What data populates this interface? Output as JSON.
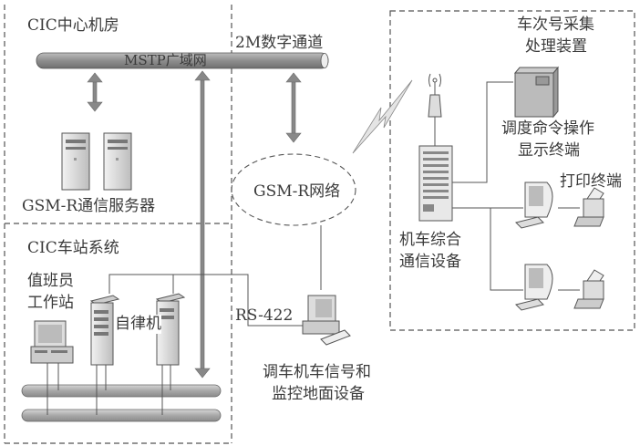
{
  "regions": {
    "center_room": "CIC中心机房",
    "station_system": "CIC车站系统"
  },
  "network": {
    "backbone": "MSTP广域网",
    "channel": "2M数字通道",
    "gsmr": "GSM-R网络",
    "serial": "RS-422"
  },
  "devices": {
    "gsmr_server": "GSM-R通信服务器",
    "duty_ws_line1": "值班员",
    "duty_ws_line2": "工作站",
    "autonomous": "自律机",
    "shunting_line1": "调车机车信号和",
    "shunting_line2": "监控地面设备",
    "train_no_line1": "车次号采集",
    "train_no_line2": "处理装置",
    "dispatch_line1": "调度命令操作",
    "dispatch_line2": "显示终端",
    "print_terminal": "打印终端",
    "loco_comm_line1": "机车综合",
    "loco_comm_line2": "通信设备"
  }
}
